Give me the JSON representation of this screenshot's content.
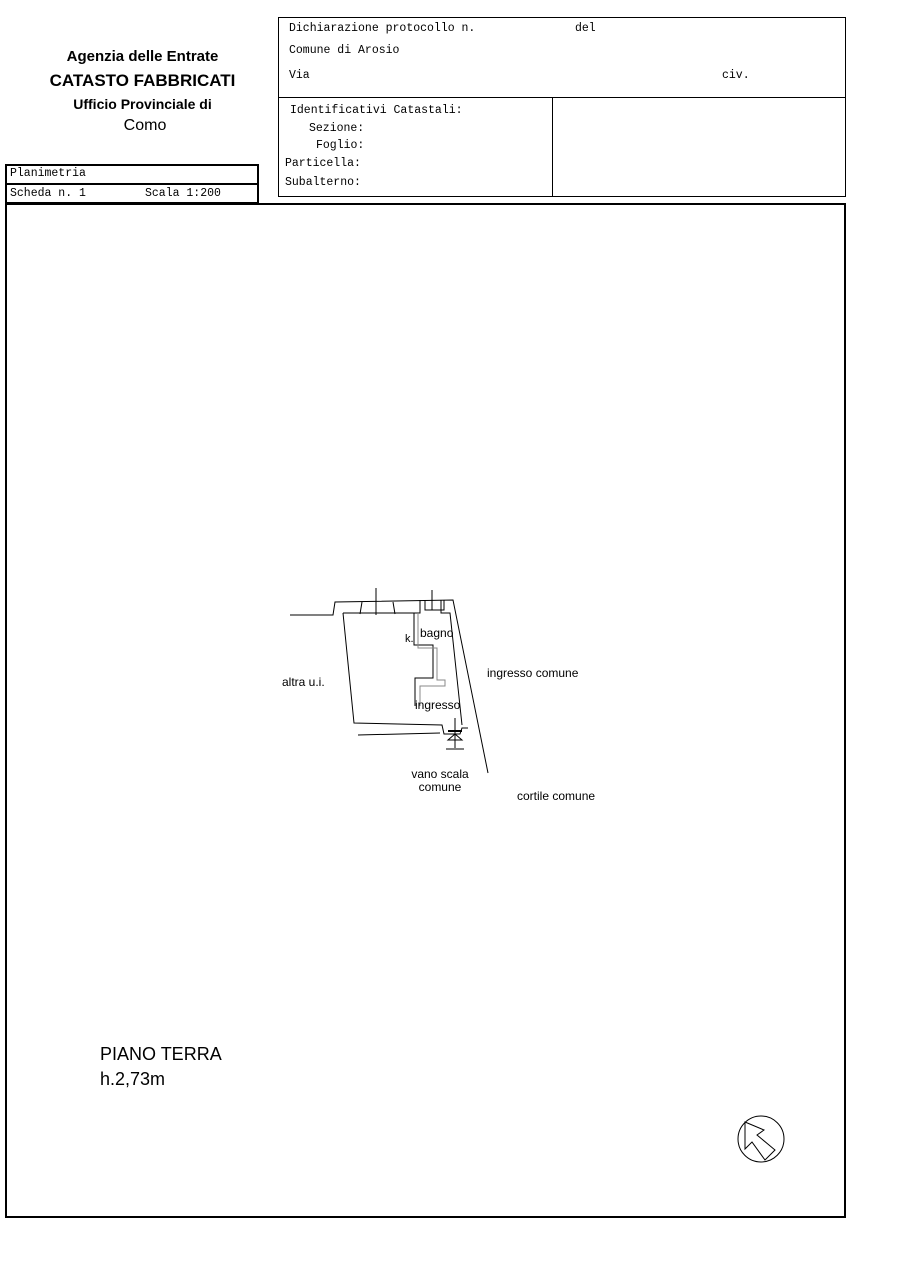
{
  "agency": {
    "line1": "Agenzia delle Entrate",
    "line2": "CATASTO FABBRICATI",
    "line3": "Ufficio Provinciale di",
    "line4": "Como"
  },
  "declaration": {
    "protocol_label": "Dichiarazione protocollo n.",
    "del_label": "del",
    "comune": "Comune di Arosio",
    "via_label": "Via",
    "civ_label": "civ."
  },
  "identifiers": {
    "title": "Identificativi Catastali:",
    "sezione": "Sezione:",
    "foglio": "Foglio:",
    "particella": "Particella:",
    "subalterno": "Subalterno:"
  },
  "sheet": {
    "planimetria": "Planimetria",
    "scheda": "Scheda n. 1",
    "scala": "Scala 1:200"
  },
  "plan_labels": {
    "bagno": "bagno",
    "k": "k.",
    "ingresso": "ingresso",
    "altra": "altra u.i.",
    "ingresso_comune": "ingresso comune",
    "vano_scala_1": "vano scala",
    "vano_scala_2": "comune",
    "cortile": "cortile comune"
  },
  "floor": {
    "name": "PIANO TERRA",
    "height": "h.2,73m"
  }
}
